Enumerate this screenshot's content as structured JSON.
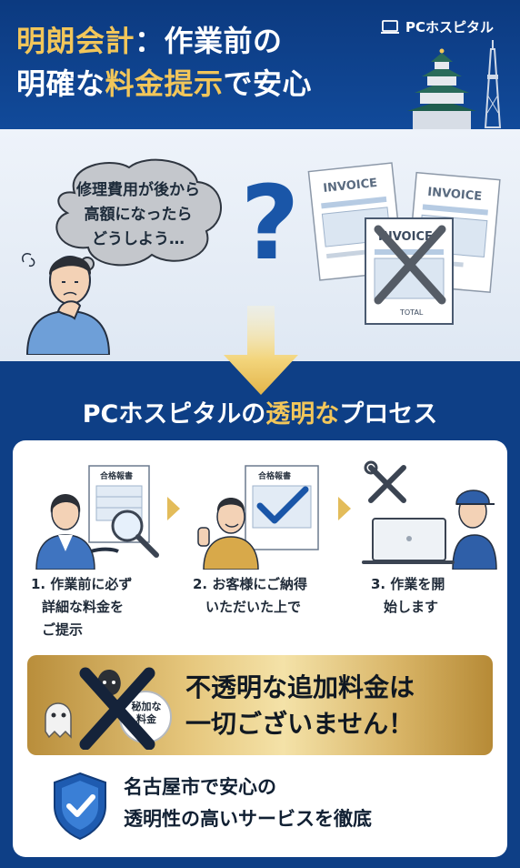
{
  "header": {
    "title_part1": "明朗会計",
    "title_part2": "：作業前の",
    "title_part3": "明確な",
    "title_part4": "料金提示",
    "title_part5": "で安心",
    "brand": "PCホスピタル"
  },
  "scene": {
    "thought_line1": "修理費用が後から",
    "thought_line2": "高額になったら",
    "thought_line3": "どうしよう…",
    "question_mark": "?",
    "invoice_label": "INVOICE",
    "invoice_total": "TOTAL"
  },
  "process": {
    "title_part1": "PCホスピタルの",
    "title_part2": "透明な",
    "title_part3": "プロセス",
    "doc_label": "合格報書",
    "steps": [
      {
        "line1": "1. 作業前に必ず",
        "line2": "詳細な料金を",
        "line3": "ご提示"
      },
      {
        "line1": "2. お客様にご納得",
        "line2": "いただいた上で",
        "line3": ""
      },
      {
        "line1": "3. 作業を開",
        "line2": "始します",
        "line3": ""
      }
    ]
  },
  "banner": {
    "badge_line1": "秘加な",
    "badge_line2": "料金",
    "line1": "不透明な追加料金は",
    "line2": "一切ございません！"
  },
  "closing": {
    "line1": "名古屋市で安心の",
    "line2": "透明性の高いサービスを徹底"
  },
  "colors": {
    "navy": "#0e3f86",
    "gold": "#f2c65a",
    "accent_blue": "#1a56a8"
  }
}
